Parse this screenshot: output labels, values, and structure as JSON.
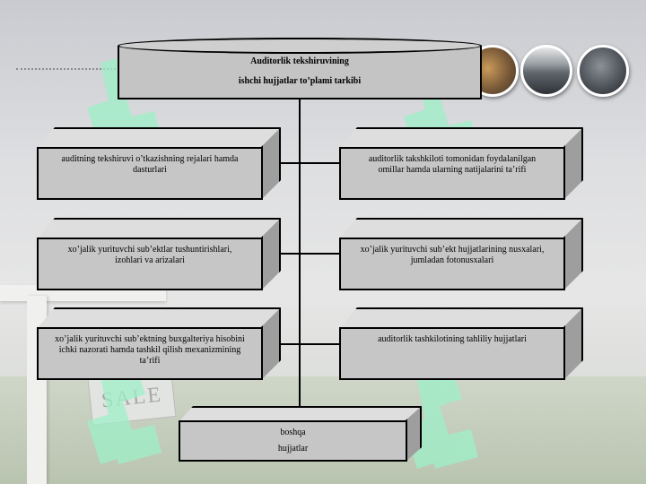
{
  "title": {
    "line1": "Auditorlik tekshiruvining",
    "line2": "ishchi hujjatlar to’plami tarkibi"
  },
  "boxes": {
    "left1": {
      "line1": "auditning tekshiruvi o’tkazishning rejalari hamda",
      "line2": "dasturlari"
    },
    "right1": {
      "line1": "auditorlik takshkiloti tomonidan foydalanilgan",
      "line2": "omillar hamda ularning natijalarini ta’rifi"
    },
    "left2": {
      "line1": "xo’jalik yurituvchi sub’ektlar tushuntirishlari,",
      "line2": "izohlari va arizalari"
    },
    "right2": {
      "line1": "xo’jalik yurituvchi sub’ekt hujjatlarining nusxalari,",
      "line2": "jumladan fotonusxalari"
    },
    "left3": {
      "line1": "xo’jalik yurituvchi sub’ektning buxgalteriya hisobini",
      "line2": "ichki nazorati hamda tashkil qilish mexanizmining",
      "line3": "ta’rifi"
    },
    "right3": {
      "line1": "auditorlik tashkilotining tahliliy hujjatlari"
    },
    "bottom": {
      "line1": "boshqa",
      "line2": "hujjatlar"
    }
  },
  "background": {
    "sign_text": "SALE"
  },
  "colors": {
    "box_front": "#c6c6c6",
    "box_top": "#dedede",
    "box_side": "#9e9e9e",
    "outline": "#000000",
    "watermark": "#9ef0c8"
  },
  "icons": [
    "photo-thumbnail",
    "watermark-logo"
  ]
}
